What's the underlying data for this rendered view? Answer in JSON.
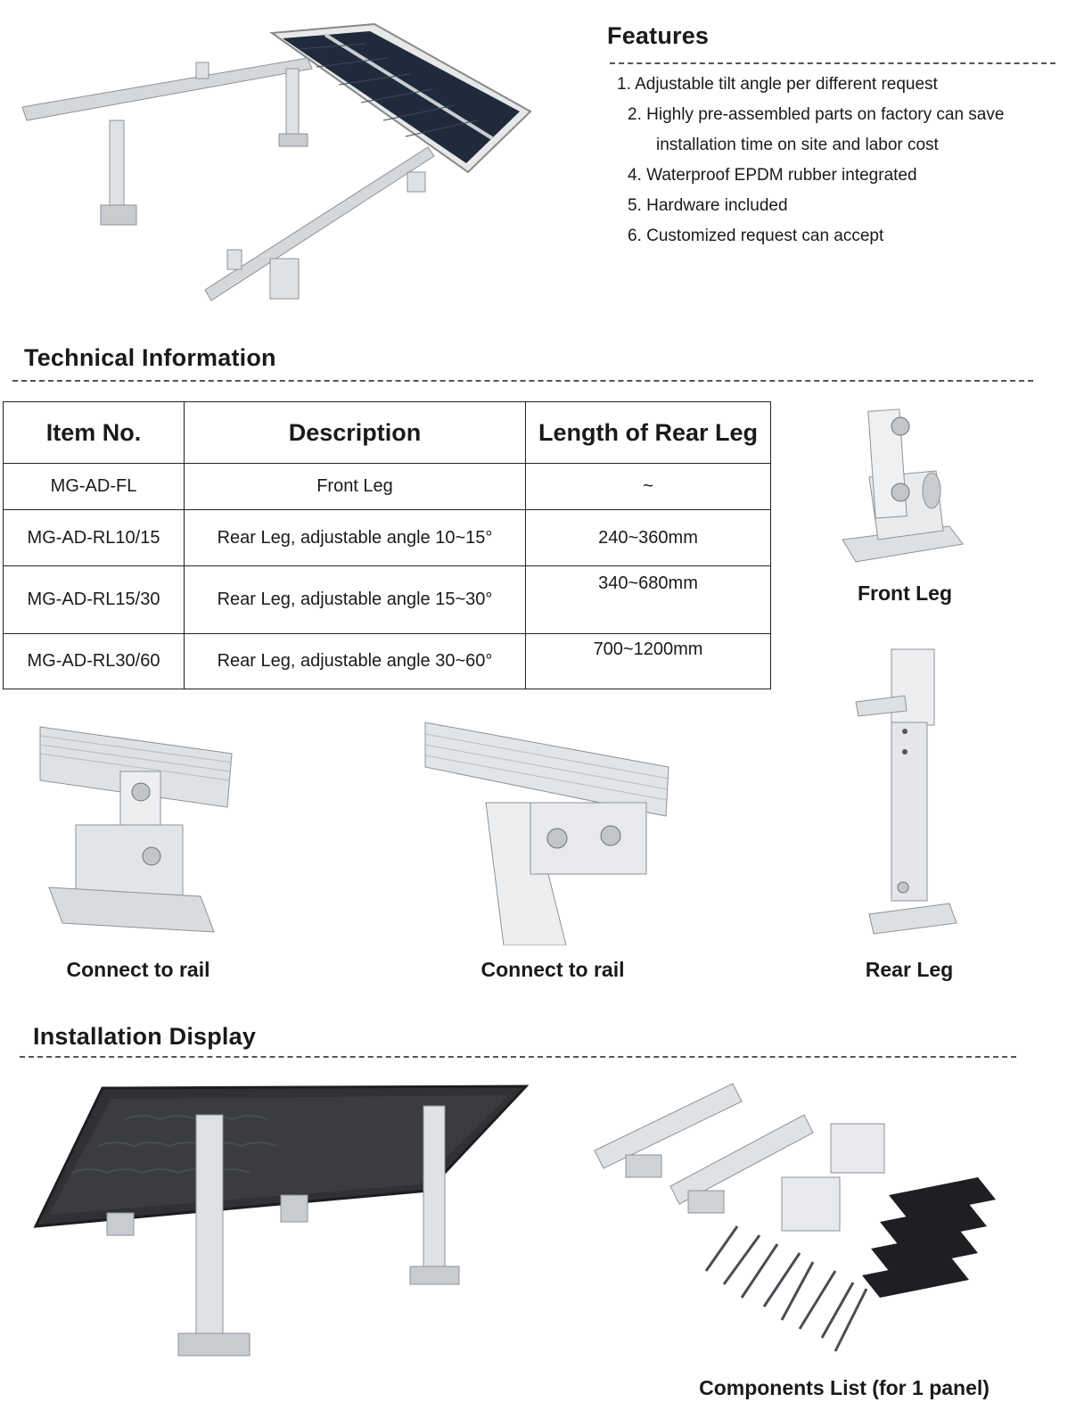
{
  "features": {
    "heading": "Features",
    "items": [
      "1. Adjustable tilt angle per different request",
      "2. Highly pre-assembled parts on factory can save",
      "installation time on site and labor cost",
      "4. Waterproof EPDM rubber integrated",
      "5. Hardware included",
      "6. Customized request can accept"
    ]
  },
  "technical": {
    "heading": "Technical Information",
    "columns": [
      "Item No.",
      "Description",
      "Length of Rear Leg"
    ],
    "rows": [
      [
        "MG-AD-FL",
        "Front Leg",
        "~"
      ],
      [
        "MG-AD-RL10/15",
        "Rear Leg, adjustable angle 10~15°",
        "240~360mm"
      ],
      [
        "MG-AD-RL15/30",
        "Rear Leg, adjustable angle 15~30°",
        "340~680mm"
      ],
      [
        "MG-AD-RL30/60",
        "Rear Leg, adjustable angle 30~60°",
        "700~1200mm"
      ]
    ]
  },
  "captions": {
    "front_leg": "Front Leg",
    "connect_rail_1": "Connect to rail",
    "connect_rail_2": "Connect to rail",
    "rear_leg": "Rear Leg",
    "components": "Components List (for 1 panel)"
  },
  "installation": {
    "heading": "Installation Display"
  },
  "colors": {
    "aluminum": "#d9dcdf",
    "aluminum_dark": "#a9adb2",
    "panel": "#2d2f33",
    "rule": "#555555"
  }
}
